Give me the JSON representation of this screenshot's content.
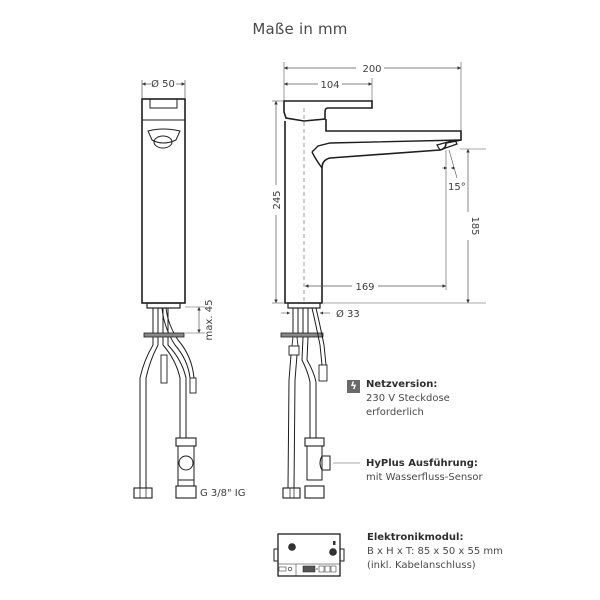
{
  "title": "Maße in mm",
  "front_view": {
    "diameter_label": "Ø 50",
    "max_label": "max. 45",
    "thread_label": "G 3/8\" IG"
  },
  "side_view": {
    "width_total": "200",
    "width_spout_lever": "104",
    "height_total": "245",
    "height_outlet": "185",
    "reach": "169",
    "angle": "15°",
    "base_diameter": "Ø 33"
  },
  "notes": {
    "netzversion": {
      "icon": "lightning-bolt-icon",
      "heading": "Netzversion:",
      "line1": "230 V Steckdose",
      "line2": "erforderlich"
    },
    "hyplus": {
      "heading": "HyPlus Ausführung:",
      "line1": "mit Wasserfluss-Sensor"
    },
    "elektronik": {
      "heading": "Elektronikmodul:",
      "line1": "B x H x T: 85 x 50 x 55 mm",
      "line2": "(inkl. Kabelanschluss)"
    }
  },
  "colors": {
    "line": "#1e1e1e",
    "dim_line": "#555555",
    "text": "#3c3c3c",
    "icon_bg": "#6a6a6a"
  }
}
